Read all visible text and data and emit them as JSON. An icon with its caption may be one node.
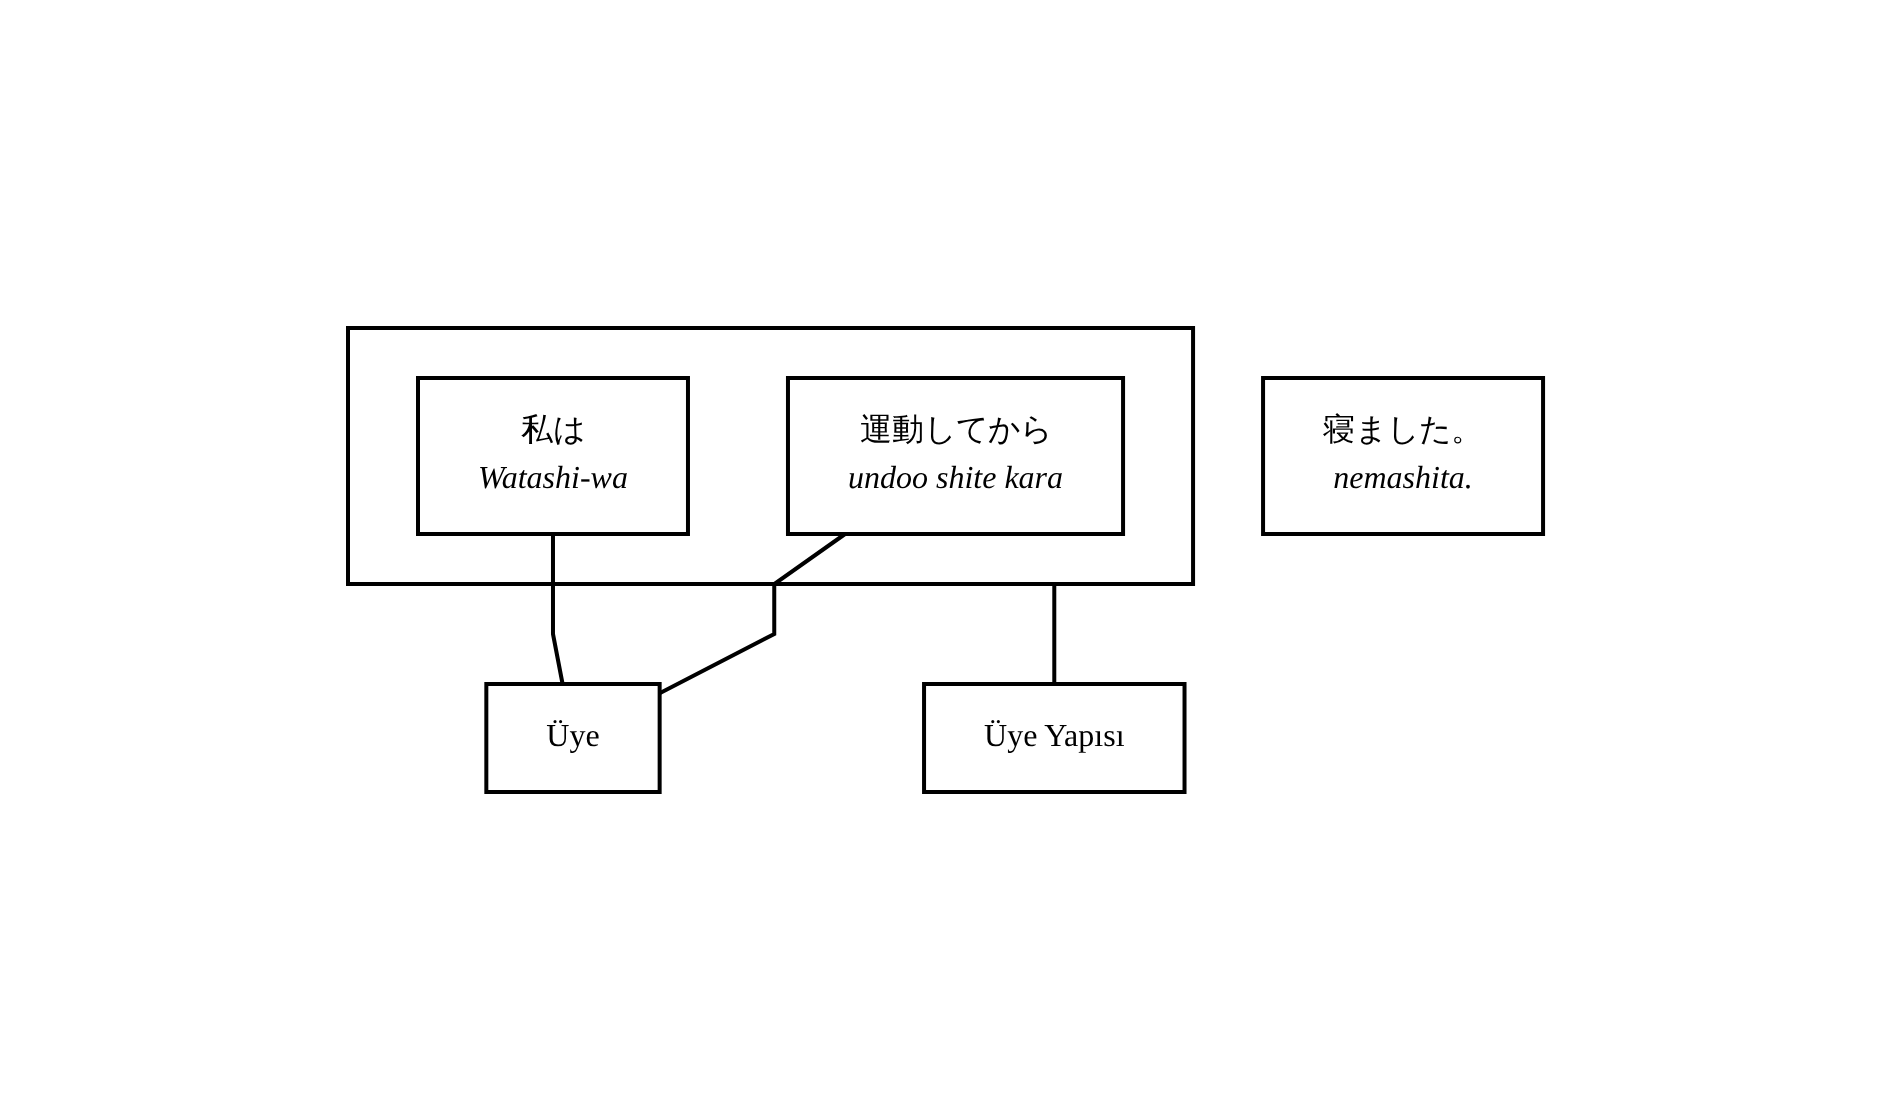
{
  "diagram": {
    "nodes": [
      {
        "text": [],
        "shape": "box"
      },
      {
        "text": [
          "私は",
          "Watashi-wa"
        ],
        "in": 0
      },
      {
        "text": [
          "運動してから",
          "undoo shite kara"
        ],
        "in": 0
      },
      {
        "text": [
          "寝ました。",
          "nemashita."
        ]
      },
      {
        "text": [
          "Üye"
        ]
      },
      {
        "text": [
          "Üye Yapısı"
        ]
      }
    ],
    "edges": [
      {
        "from": 1,
        "to": 4,
        "arrow": "none"
      },
      {
        "from": 2,
        "to": 4,
        "arrow": "none"
      },
      {
        "from": 0,
        "to": 5,
        "arrow": "none"
      }
    ]
  }
}
